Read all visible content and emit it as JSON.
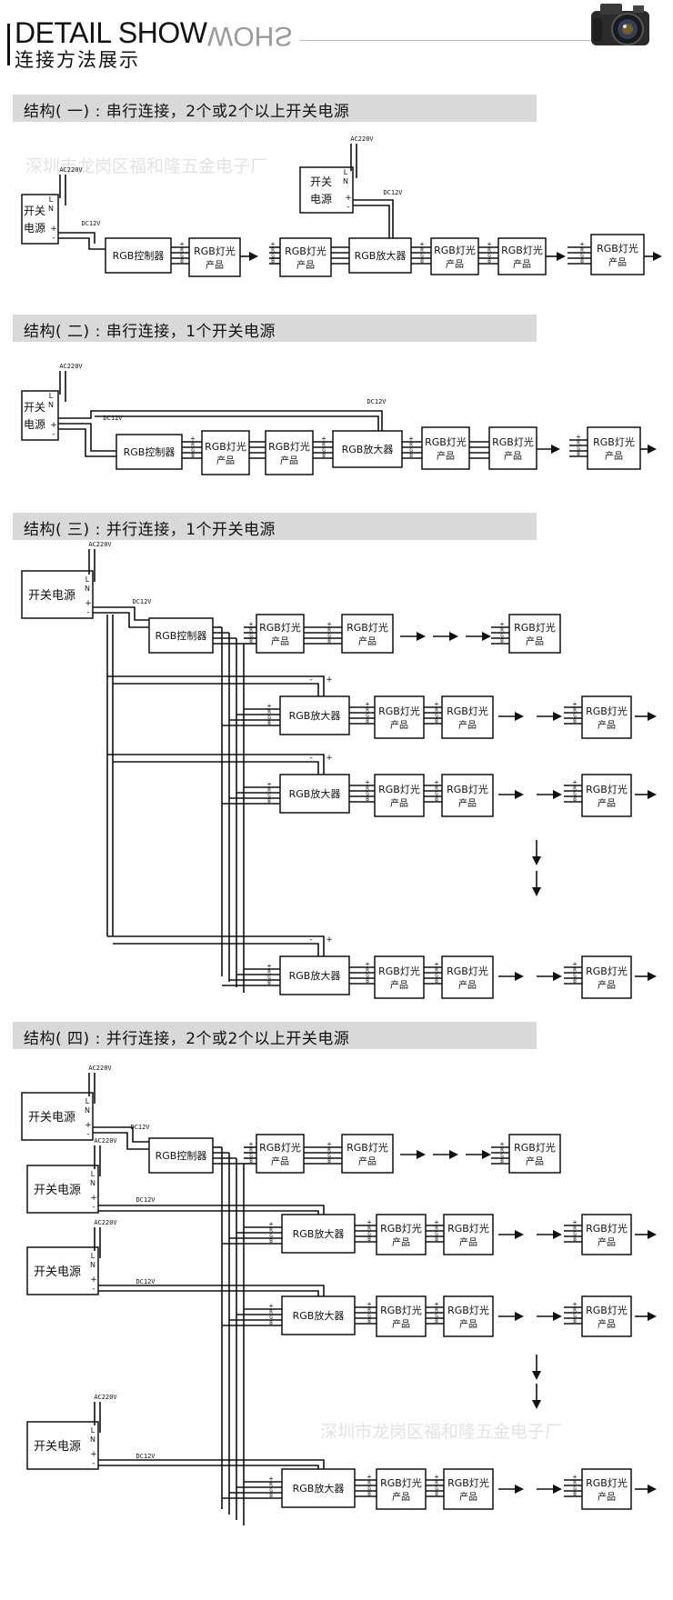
{
  "header": {
    "title": "DETAIL SHOW",
    "title_mirror": "WOHS",
    "subtitle": "连接方法展示"
  },
  "sections": [
    {
      "title": "结构( 一) : 串行连接，2个或2个以上开关电源"
    },
    {
      "title": "结构( 二) : 串行连接，1个开关电源"
    },
    {
      "title": "结构( 三) : 并行连接，1个开关电源"
    },
    {
      "title": "结构( 四) : 并行连接，2个或2个以上开关电源"
    }
  ],
  "watermark": "深圳市龙岗区福和隆五金电子厂",
  "labels": {
    "psu_line1": "开关",
    "psu_line2": "电源",
    "psu_full": "开关电源",
    "controller": "RGB控制器",
    "amplifier": "RGB放大器",
    "product_line1": "RGB灯光",
    "product_line2": "产品",
    "ac": "AC220V",
    "dc": "DC12V",
    "pin_L": "L",
    "pin_N": "N",
    "plus": "+",
    "minus": "-",
    "rgb_pins": [
      "+",
      "R",
      "G",
      "B"
    ]
  },
  "colors": {
    "section_bar": "#d9d9d9",
    "line": "#111111",
    "mirror_text": "#9a9a9a",
    "watermark": "#e3e3e3"
  },
  "icons": {
    "camera": "camera-icon",
    "arrow": "arrow-right-icon",
    "arrow_down": "arrow-down-icon"
  }
}
